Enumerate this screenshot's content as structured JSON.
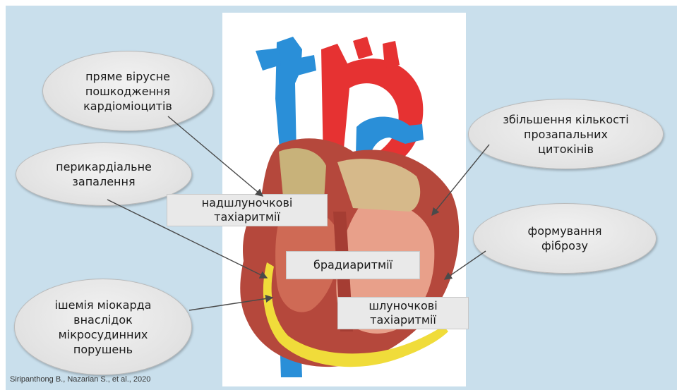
{
  "labels": {
    "direct_viral_damage": "пряме вірусне\nпошкодження\nкардіоміоцитів",
    "pericardial_inflammation": "перикардіальне\nзапалення",
    "microvascular_ischemia": "ішемія міокарда\nвнаслідок\nмікросудинних\nпорушень",
    "cytokine_increase": "збільшення кількості\nпрозапальних\nцитокінів",
    "fibrosis_formation": "формування\nфіброзу"
  },
  "arrhythmias": {
    "supraventricular": "надшлуночкові\nтахіаритмії",
    "bradyarrhythmia": "брадиаритмії",
    "ventricular": "шлуночкові\nтахіаритмії"
  },
  "citation": "Siripanthong B., Nazarian S., et al., 2020",
  "colors": {
    "background": "#c9dfec",
    "aorta_red": "#e63232",
    "vein_blue": "#2a8fd8",
    "pericardium_yellow": "#f0dc3a",
    "myocardium": "#b5483c"
  }
}
